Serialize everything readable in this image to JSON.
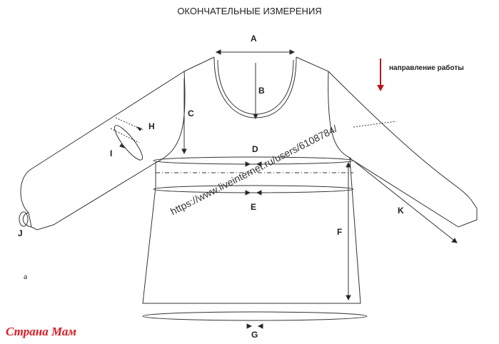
{
  "title": "ОКОНЧАТЕЛЬНЫЕ ИЗМЕРЕНИЯ",
  "direction_label": "направление работы",
  "labels": {
    "A": "A",
    "B": "B",
    "C": "C",
    "D": "D",
    "E": "E",
    "F": "F",
    "G": "G",
    "H": "H",
    "I": "I",
    "J": "J",
    "K": "K"
  },
  "figure_letter": "a",
  "watermark": "https://www.liveinternet.ru/users/6108784/",
  "logo": "Страна Мам",
  "colors": {
    "arrow": "#c0161c",
    "line": "#333333",
    "logo": "#d8222a"
  }
}
